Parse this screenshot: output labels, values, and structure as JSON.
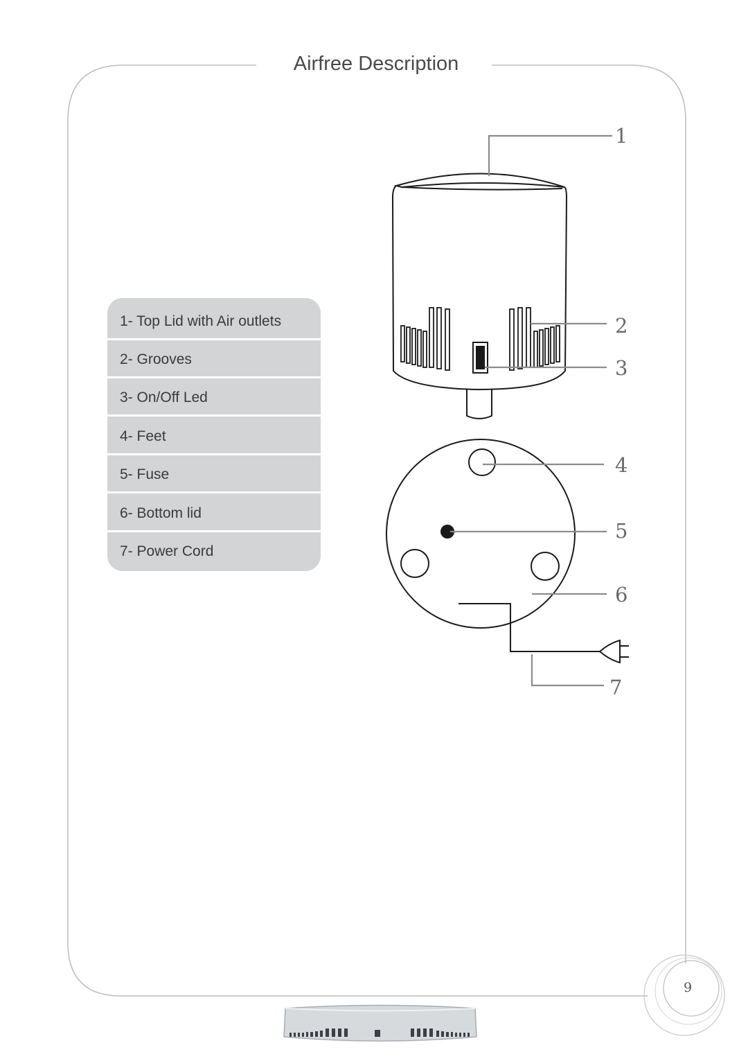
{
  "page": {
    "title": "Airfree Description",
    "page_number": "9"
  },
  "legend": {
    "items": [
      {
        "label": "1- Top Lid with Air outlets"
      },
      {
        "label": "2- Grooves"
      },
      {
        "label": "3- On/Off Led"
      },
      {
        "label": "4- Feet"
      },
      {
        "label": "5- Fuse"
      },
      {
        "label": "6- Bottom lid"
      },
      {
        "label": "7-  Power Cord"
      }
    ]
  },
  "callouts": [
    "1",
    "2",
    "3",
    "4",
    "5",
    "6",
    "7"
  ]
}
